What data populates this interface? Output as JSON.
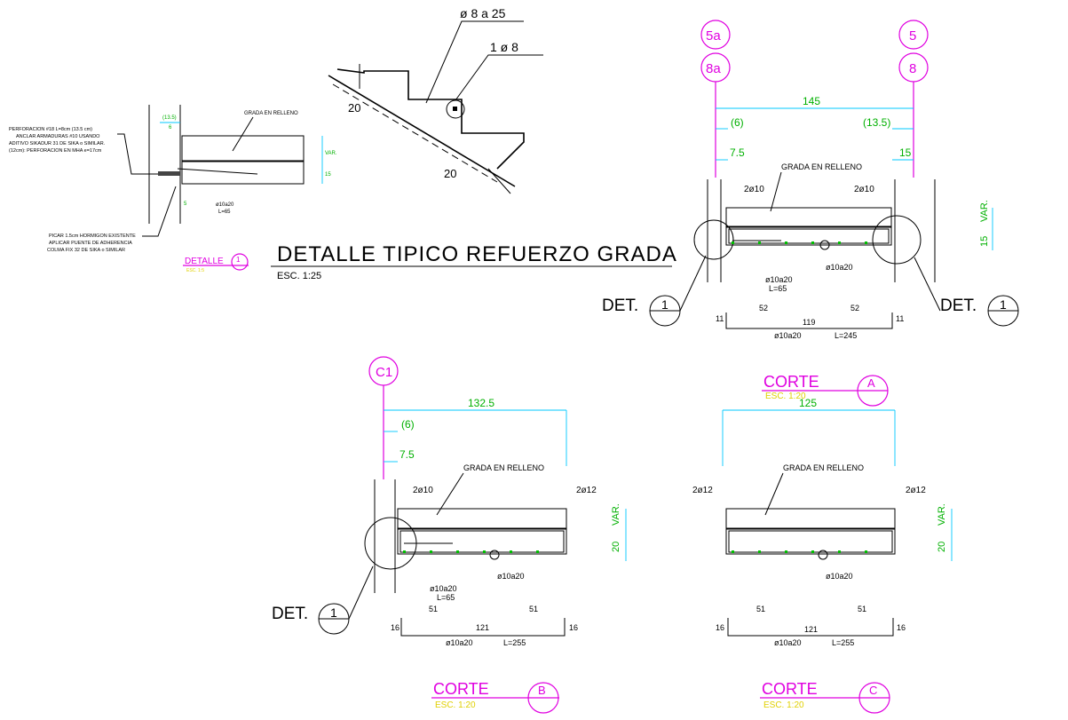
{
  "colors": {
    "dim": "#00c8ff",
    "dim_text": "#00b000",
    "axis": "#e000e0",
    "scale_text": "#e0d000",
    "line": "#000000"
  },
  "title": {
    "main": "DETALLE TIPICO REFUERZO GRADA",
    "scale": "ESC. 1:25"
  },
  "detail1": {
    "notes_top": [
      "PERFORACION #18   L=8cm (13.5 cm)",
      "ANCLAR ARMADURAS #10 USANDO",
      "ADITIVO SIKADUR 31 DE SIKA o SIMILAR.",
      "(12cm): PERFORACION EN MHA e=17cm"
    ],
    "notes_bottom": [
      "PICAR 1.5cm HORMIGON EXISTENTE",
      "APLICAR PUENTE DE ADHERENCIA",
      "COLMA FIX 32 DE SIKA o SIMILAR"
    ],
    "grada": "GRADA EN RELLENO",
    "dim_top": "(13.5)",
    "dim_top2": "6",
    "dim_var": "VAR.",
    "dim_15": "15",
    "dim_5": "5",
    "bar": "ø10a20",
    "bar_len": "L=65",
    "label": "DETALLE",
    "label_num": "1",
    "label_scale": "ESC. 1:5"
  },
  "stair": {
    "top_bar": "ø 8 a 25",
    "side_bar": "1 ø 8",
    "dim_a": "20",
    "dim_b": "20"
  },
  "corteA": {
    "axis_left_top": "5a",
    "axis_left_bot": "8a",
    "axis_right_top": "5",
    "axis_right_bot": "8",
    "dim_total": "145",
    "dim_left": "(6)",
    "dim_right": "(13.5)",
    "dim_l2": "7.5",
    "dim_r2": "15",
    "grada": "GRADA EN RELLENO",
    "bar_l": "2ø10",
    "bar_r": "2ø10",
    "var": "VAR.",
    "h": "15",
    "stirrup": "ø10a20",
    "stirrup2": "ø10a20",
    "len": "L=65",
    "det": "DET.",
    "det_num": "1",
    "bend_l": "11",
    "bend_r": "11",
    "seg_l": "52",
    "seg_r": "52",
    "seg_mid": "119",
    "bar_sched": "ø10a20",
    "bar_sched_len": "L=245",
    "label": "CORTE",
    "label_letter": "A",
    "label_scale": "ESC. 1:20"
  },
  "corteB": {
    "axis": "C1",
    "dim_total": "132.5",
    "dim_left": "(6)",
    "dim_l2": "7.5",
    "grada": "GRADA EN RELLENO",
    "bar_l": "2ø10",
    "bar_r": "2ø12",
    "var": "VAR.",
    "h": "20",
    "stirrup": "ø10a20",
    "stirrup2": "ø10a20",
    "len": "L=65",
    "det": "DET.",
    "det_num": "1",
    "bend_l": "16",
    "bend_r": "16",
    "seg_l": "51",
    "seg_r": "51",
    "seg_mid": "121",
    "bar_sched": "ø10a20",
    "bar_sched_len": "L=255",
    "label": "CORTE",
    "label_letter": "B",
    "label_scale": "ESC. 1:20"
  },
  "corteC": {
    "dim_total": "125",
    "grada": "GRADA EN RELLENO",
    "bar_l": "2ø12",
    "bar_r": "2ø12",
    "var": "VAR.",
    "h": "20",
    "stirrup": "ø10a20",
    "bend_l": "16",
    "bend_r": "16",
    "seg_l": "51",
    "seg_r": "51",
    "seg_mid": "121",
    "bar_sched": "ø10a20",
    "bar_sched_len": "L=255",
    "label": "CORTE",
    "label_letter": "C",
    "label_scale": "ESC. 1:20"
  }
}
